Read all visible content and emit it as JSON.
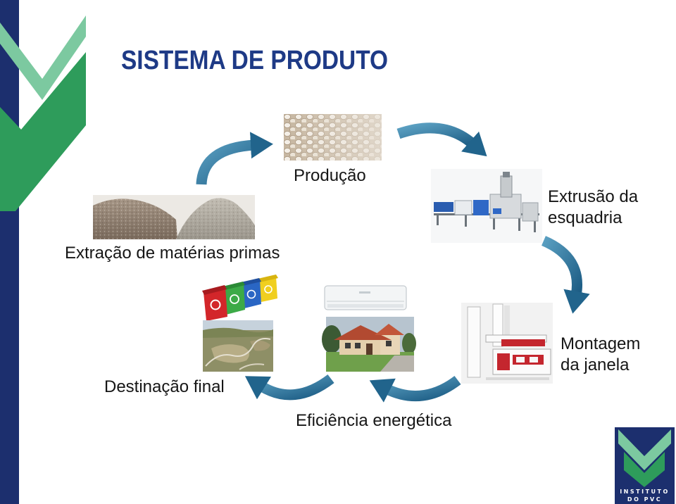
{
  "title": "SISTEMA DE PRODUTO",
  "stages": {
    "producao": {
      "lines": [
        "Produção"
      ],
      "icon": "plastic-pellets-photo"
    },
    "extrusao": {
      "lines": [
        "Extrusão da",
        "esquadria"
      ],
      "icon": "extrusion-machine-photo"
    },
    "montagem": {
      "lines": [
        "Montagem",
        "da janela"
      ],
      "icon": "window-frame-profile-photo"
    },
    "eficiencia": {
      "lines": [
        "Eficiência energética"
      ],
      "icons": [
        "air-conditioner-photo",
        "house-photo"
      ]
    },
    "destinacao": {
      "lines": [
        "Destinação final"
      ],
      "icons": [
        "recycling-bins-photo",
        "landfill-photo"
      ]
    },
    "extracao": {
      "lines": [
        "Extração de matérias primas"
      ],
      "icon": "raw-material-piles-photo"
    }
  },
  "logo": {
    "line1": "INSTITUTO",
    "line2": "DO PVC"
  },
  "colors": {
    "title": "#1e3a86",
    "navy": "#1c2f6e",
    "green_light": "#7cc9a0",
    "green_dark": "#2e9c5b",
    "arrow": "#2a6f96",
    "text": "#161616"
  }
}
